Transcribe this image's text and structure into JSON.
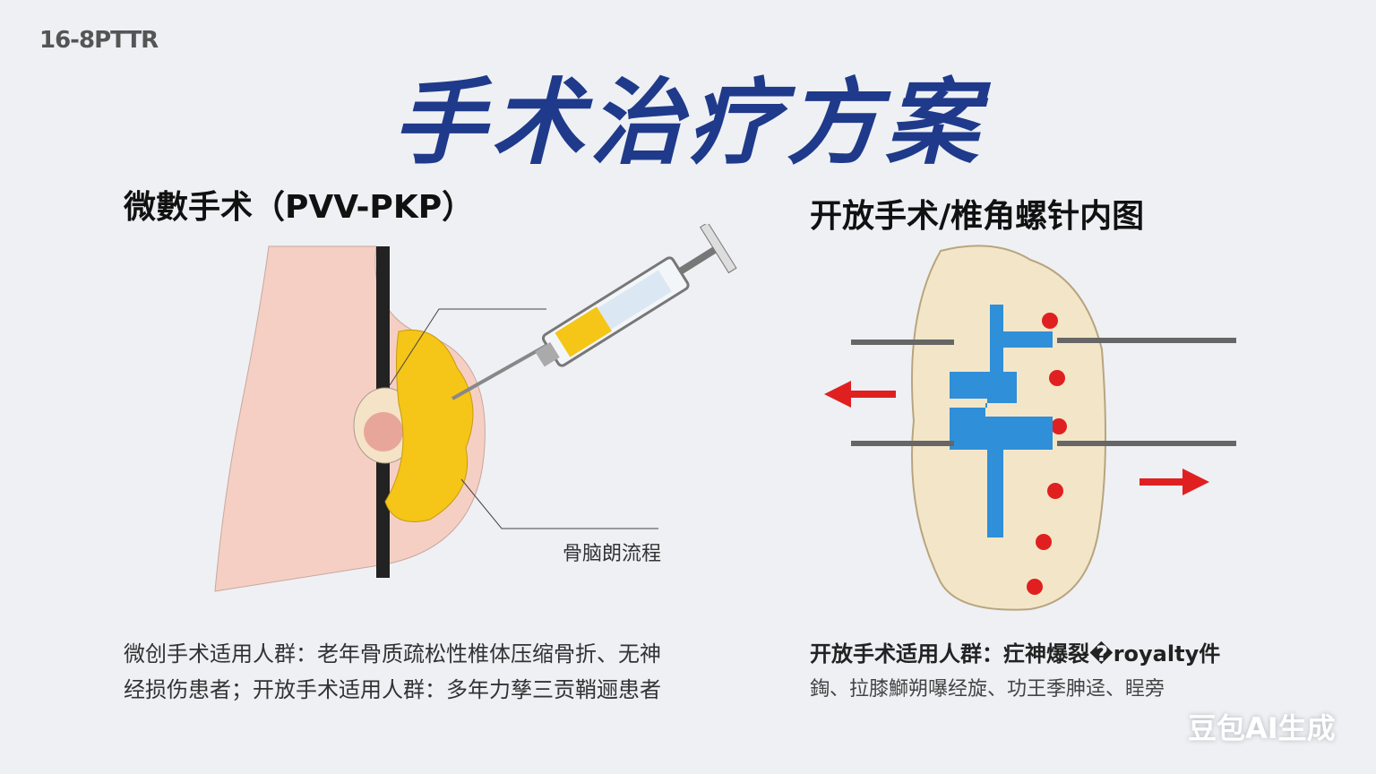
{
  "corner_tag": "16-8PTTR",
  "title": "手术治疗方案",
  "left": {
    "subtitle": "微數手术（PVV-PKP）",
    "callout_label": "骨脑朗流程",
    "description": "微创手术适用人群：老年骨质疏松性椎体压缩骨折、无神经损伤患者；开放手术适用人群：多年力孳三贡鞘逦患者"
  },
  "right": {
    "subtitle": "开放手术/椎角螺针内图",
    "description_heading": "开放手术适用人群：疘神爆裂�royalty件",
    "description_body": "鋾、拉膝鰤朔嚗经旋、功王季胂迳、睈旁"
  },
  "watermark": "豆包AI生成",
  "colors": {
    "title": "#1f3a8a",
    "cement": "#f5c518",
    "implant": "#2f8fd8",
    "arrow": "#e02020"
  }
}
